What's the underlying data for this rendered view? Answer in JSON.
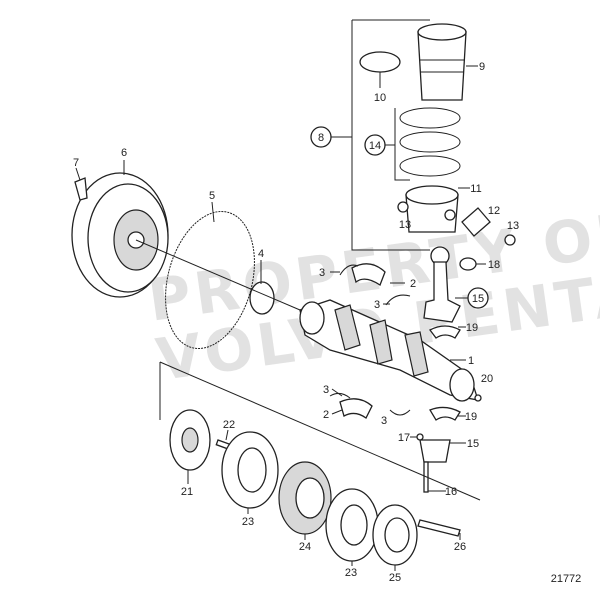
{
  "diagram": {
    "drawing_number": "21772",
    "watermark": [
      "PROPERTY OF",
      "VOLVO PENTA"
    ],
    "callouts": {
      "c1": "1",
      "c2a": "2",
      "c2b": "2",
      "c3a": "3",
      "c3b": "3",
      "c3c": "3",
      "c3d": "3",
      "c4": "4",
      "c5": "5",
      "c6": "6",
      "c7": "7",
      "c8": "8",
      "c9": "9",
      "c10": "10",
      "c11": "11",
      "c12": "12",
      "c13a": "13",
      "c13b": "13",
      "c14": "14",
      "c15a": "15",
      "c15b": "15",
      "c16": "16",
      "c17": "17",
      "c18": "18",
      "c19a": "19",
      "c19b": "19",
      "c20": "20",
      "c21": "21",
      "c22": "22",
      "c23a": "23",
      "c23b": "23",
      "c24": "24",
      "c25": "25",
      "c26": "26"
    }
  }
}
